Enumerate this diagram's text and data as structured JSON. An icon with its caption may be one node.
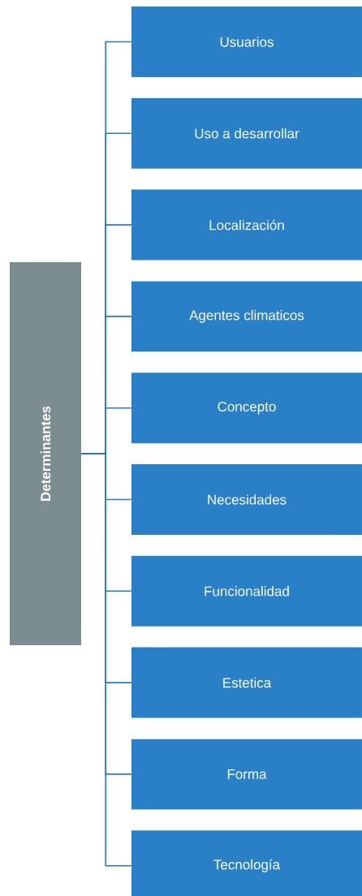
{
  "diagram": {
    "nodes": [
      {
        "text": [
          "Determinantes"
        ]
      },
      {
        "text": [
          "Usuarios"
        ]
      },
      {
        "text": [
          "Uso a desarrollar"
        ]
      },
      {
        "text": [
          "Localización"
        ]
      },
      {
        "text": [
          "Agentes climaticos"
        ]
      },
      {
        "text": [
          "Concepto"
        ]
      },
      {
        "text": [
          "Necesidades"
        ]
      },
      {
        "text": [
          "Funcionalidad"
        ]
      },
      {
        "text": [
          "Estetica"
        ]
      },
      {
        "text": [
          "Forma"
        ]
      },
      {
        "text": [
          "Tecnología"
        ]
      }
    ],
    "edges": [
      {
        "from": 0,
        "to": 1,
        "arrow": "none"
      },
      {
        "from": 0,
        "to": 2,
        "arrow": "none"
      },
      {
        "from": 0,
        "to": 3,
        "arrow": "none"
      },
      {
        "from": 0,
        "to": 4,
        "arrow": "none"
      },
      {
        "from": 0,
        "to": 5,
        "arrow": "none"
      },
      {
        "from": 0,
        "to": 6,
        "arrow": "none"
      },
      {
        "from": 0,
        "to": 7,
        "arrow": "none"
      },
      {
        "from": 0,
        "to": 8,
        "arrow": "none"
      },
      {
        "from": 0,
        "to": 9,
        "arrow": "none"
      },
      {
        "from": 0,
        "to": 10,
        "arrow": "none"
      }
    ]
  }
}
